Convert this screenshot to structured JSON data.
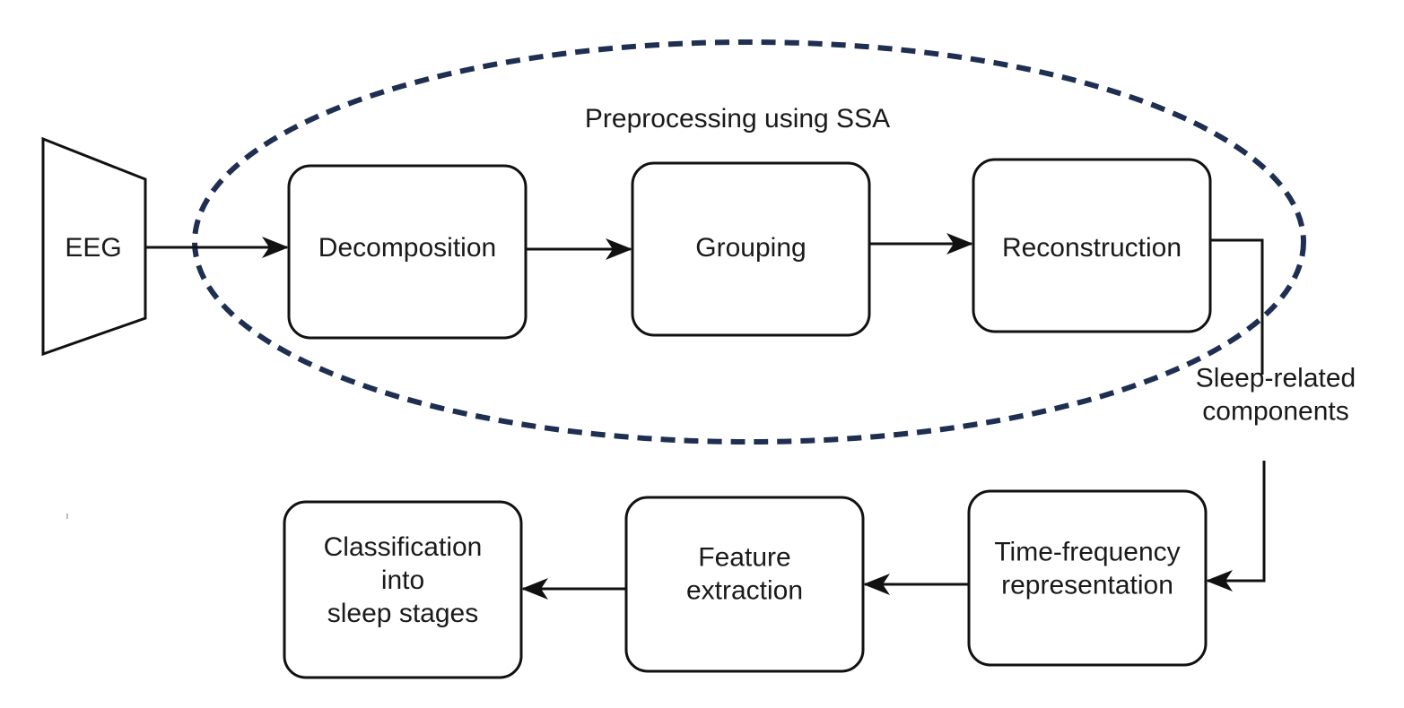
{
  "diagram": {
    "group_label": "Preprocessing using SSA",
    "colors": {
      "group_outline": "#1f2f52",
      "stroke": "#111111",
      "text": "#1a1a1a"
    },
    "nodes": {
      "eeg": {
        "lines": [
          "EEG"
        ]
      },
      "decomposition": {
        "lines": [
          "Decomposition"
        ]
      },
      "grouping": {
        "lines": [
          "Grouping"
        ]
      },
      "reconstruction": {
        "lines": [
          "Reconstruction"
        ]
      },
      "time_frequency": {
        "lines": [
          "Time-frequency",
          "representation"
        ]
      },
      "feature_extraction": {
        "lines": [
          "Feature",
          "extraction"
        ]
      },
      "classification": {
        "lines": [
          "Classification",
          "into",
          "sleep stages"
        ]
      }
    },
    "edge_labels": {
      "sleep_related": [
        "Sleep-related",
        "components"
      ]
    }
  }
}
